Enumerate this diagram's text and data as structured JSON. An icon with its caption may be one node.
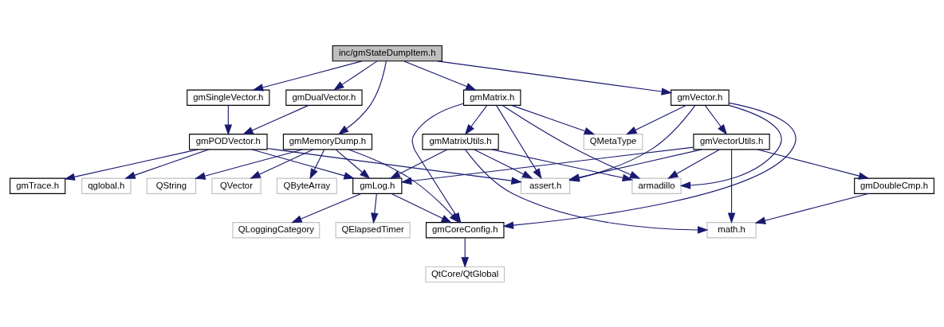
{
  "diagram": {
    "nodes": [
      {
        "text": [
          "inc/gmStateDumpItem.h"
        ]
      },
      {
        "text": [
          "gmDualVector.h"
        ]
      },
      {
        "text": [
          "gmSingleVector.h"
        ]
      },
      {
        "text": [
          "gmMemoryDump.h"
        ]
      },
      {
        "text": [
          "gmMatrix.h"
        ]
      },
      {
        "text": [
          "gmVector.h"
        ]
      },
      {
        "text": [
          "gmPODVector.h"
        ]
      },
      {
        "text": [
          "gmMatrixUtils.h"
        ]
      },
      {
        "text": [
          "QMetaType"
        ]
      },
      {
        "text": [
          "gmVectorUtils.h"
        ]
      },
      {
        "text": [
          "gmTrace.h"
        ]
      },
      {
        "text": [
          "qglobal.h"
        ]
      },
      {
        "text": [
          "QByteArray"
        ]
      },
      {
        "text": [
          "QString"
        ]
      },
      {
        "text": [
          "QVector"
        ]
      },
      {
        "text": [
          "gmLog.h"
        ]
      },
      {
        "text": [
          "assert.h"
        ]
      },
      {
        "text": [
          "armadillo"
        ]
      },
      {
        "text": [
          "gmDoubleCmp.h"
        ]
      },
      {
        "text": [
          "QLoggingCategory"
        ]
      },
      {
        "text": [
          "QElapsedTimer"
        ]
      },
      {
        "text": [
          "gmCoreConfig.h"
        ]
      },
      {
        "text": [
          "math.h"
        ]
      },
      {
        "text": [
          "QtCore/QtGlobal"
        ]
      }
    ],
    "edges": [
      {
        "from": 0,
        "to": 1,
        "arrow": "to"
      },
      {
        "from": 0,
        "to": 2,
        "arrow": "to"
      },
      {
        "from": 0,
        "to": 3,
        "arrow": "to"
      },
      {
        "from": 0,
        "to": 4,
        "arrow": "to"
      },
      {
        "from": 0,
        "to": 5,
        "arrow": "to"
      },
      {
        "from": 1,
        "to": 6,
        "arrow": "to"
      },
      {
        "from": 2,
        "to": 6,
        "arrow": "to"
      },
      {
        "from": 6,
        "to": 10,
        "arrow": "to"
      },
      {
        "from": 6,
        "to": 11,
        "arrow": "to"
      },
      {
        "from": 6,
        "to": 15,
        "arrow": "to"
      },
      {
        "from": 6,
        "to": 16,
        "arrow": "to"
      },
      {
        "from": 3,
        "to": 12,
        "arrow": "to"
      },
      {
        "from": 3,
        "to": 13,
        "arrow": "to"
      },
      {
        "from": 3,
        "to": 14,
        "arrow": "to"
      },
      {
        "from": 3,
        "to": 15,
        "arrow": "to"
      },
      {
        "from": 3,
        "to": 21,
        "arrow": "to"
      },
      {
        "from": 4,
        "to": 7,
        "arrow": "to"
      },
      {
        "from": 4,
        "to": 8,
        "arrow": "to"
      },
      {
        "from": 4,
        "to": 16,
        "arrow": "to"
      },
      {
        "from": 4,
        "to": 17,
        "arrow": "to"
      },
      {
        "from": 4,
        "to": 21,
        "arrow": "to"
      },
      {
        "from": 5,
        "to": 8,
        "arrow": "to"
      },
      {
        "from": 5,
        "to": 9,
        "arrow": "to"
      },
      {
        "from": 5,
        "to": 16,
        "arrow": "to"
      },
      {
        "from": 5,
        "to": 17,
        "arrow": "to"
      },
      {
        "from": 5,
        "to": 21,
        "arrow": "to"
      },
      {
        "from": 7,
        "to": 15,
        "arrow": "to"
      },
      {
        "from": 7,
        "to": 16,
        "arrow": "to"
      },
      {
        "from": 7,
        "to": 17,
        "arrow": "to"
      },
      {
        "from": 7,
        "to": 22,
        "arrow": "to"
      },
      {
        "from": 9,
        "to": 15,
        "arrow": "to"
      },
      {
        "from": 9,
        "to": 16,
        "arrow": "to"
      },
      {
        "from": 9,
        "to": 17,
        "arrow": "to"
      },
      {
        "from": 9,
        "to": 18,
        "arrow": "to"
      },
      {
        "from": 9,
        "to": 22,
        "arrow": "to"
      },
      {
        "from": 18,
        "to": 22,
        "arrow": "to"
      },
      {
        "from": 15,
        "to": 19,
        "arrow": "to"
      },
      {
        "from": 15,
        "to": 20,
        "arrow": "to"
      },
      {
        "from": 15,
        "to": 21,
        "arrow": "to"
      },
      {
        "from": 21,
        "to": 23,
        "arrow": "to"
      }
    ]
  }
}
